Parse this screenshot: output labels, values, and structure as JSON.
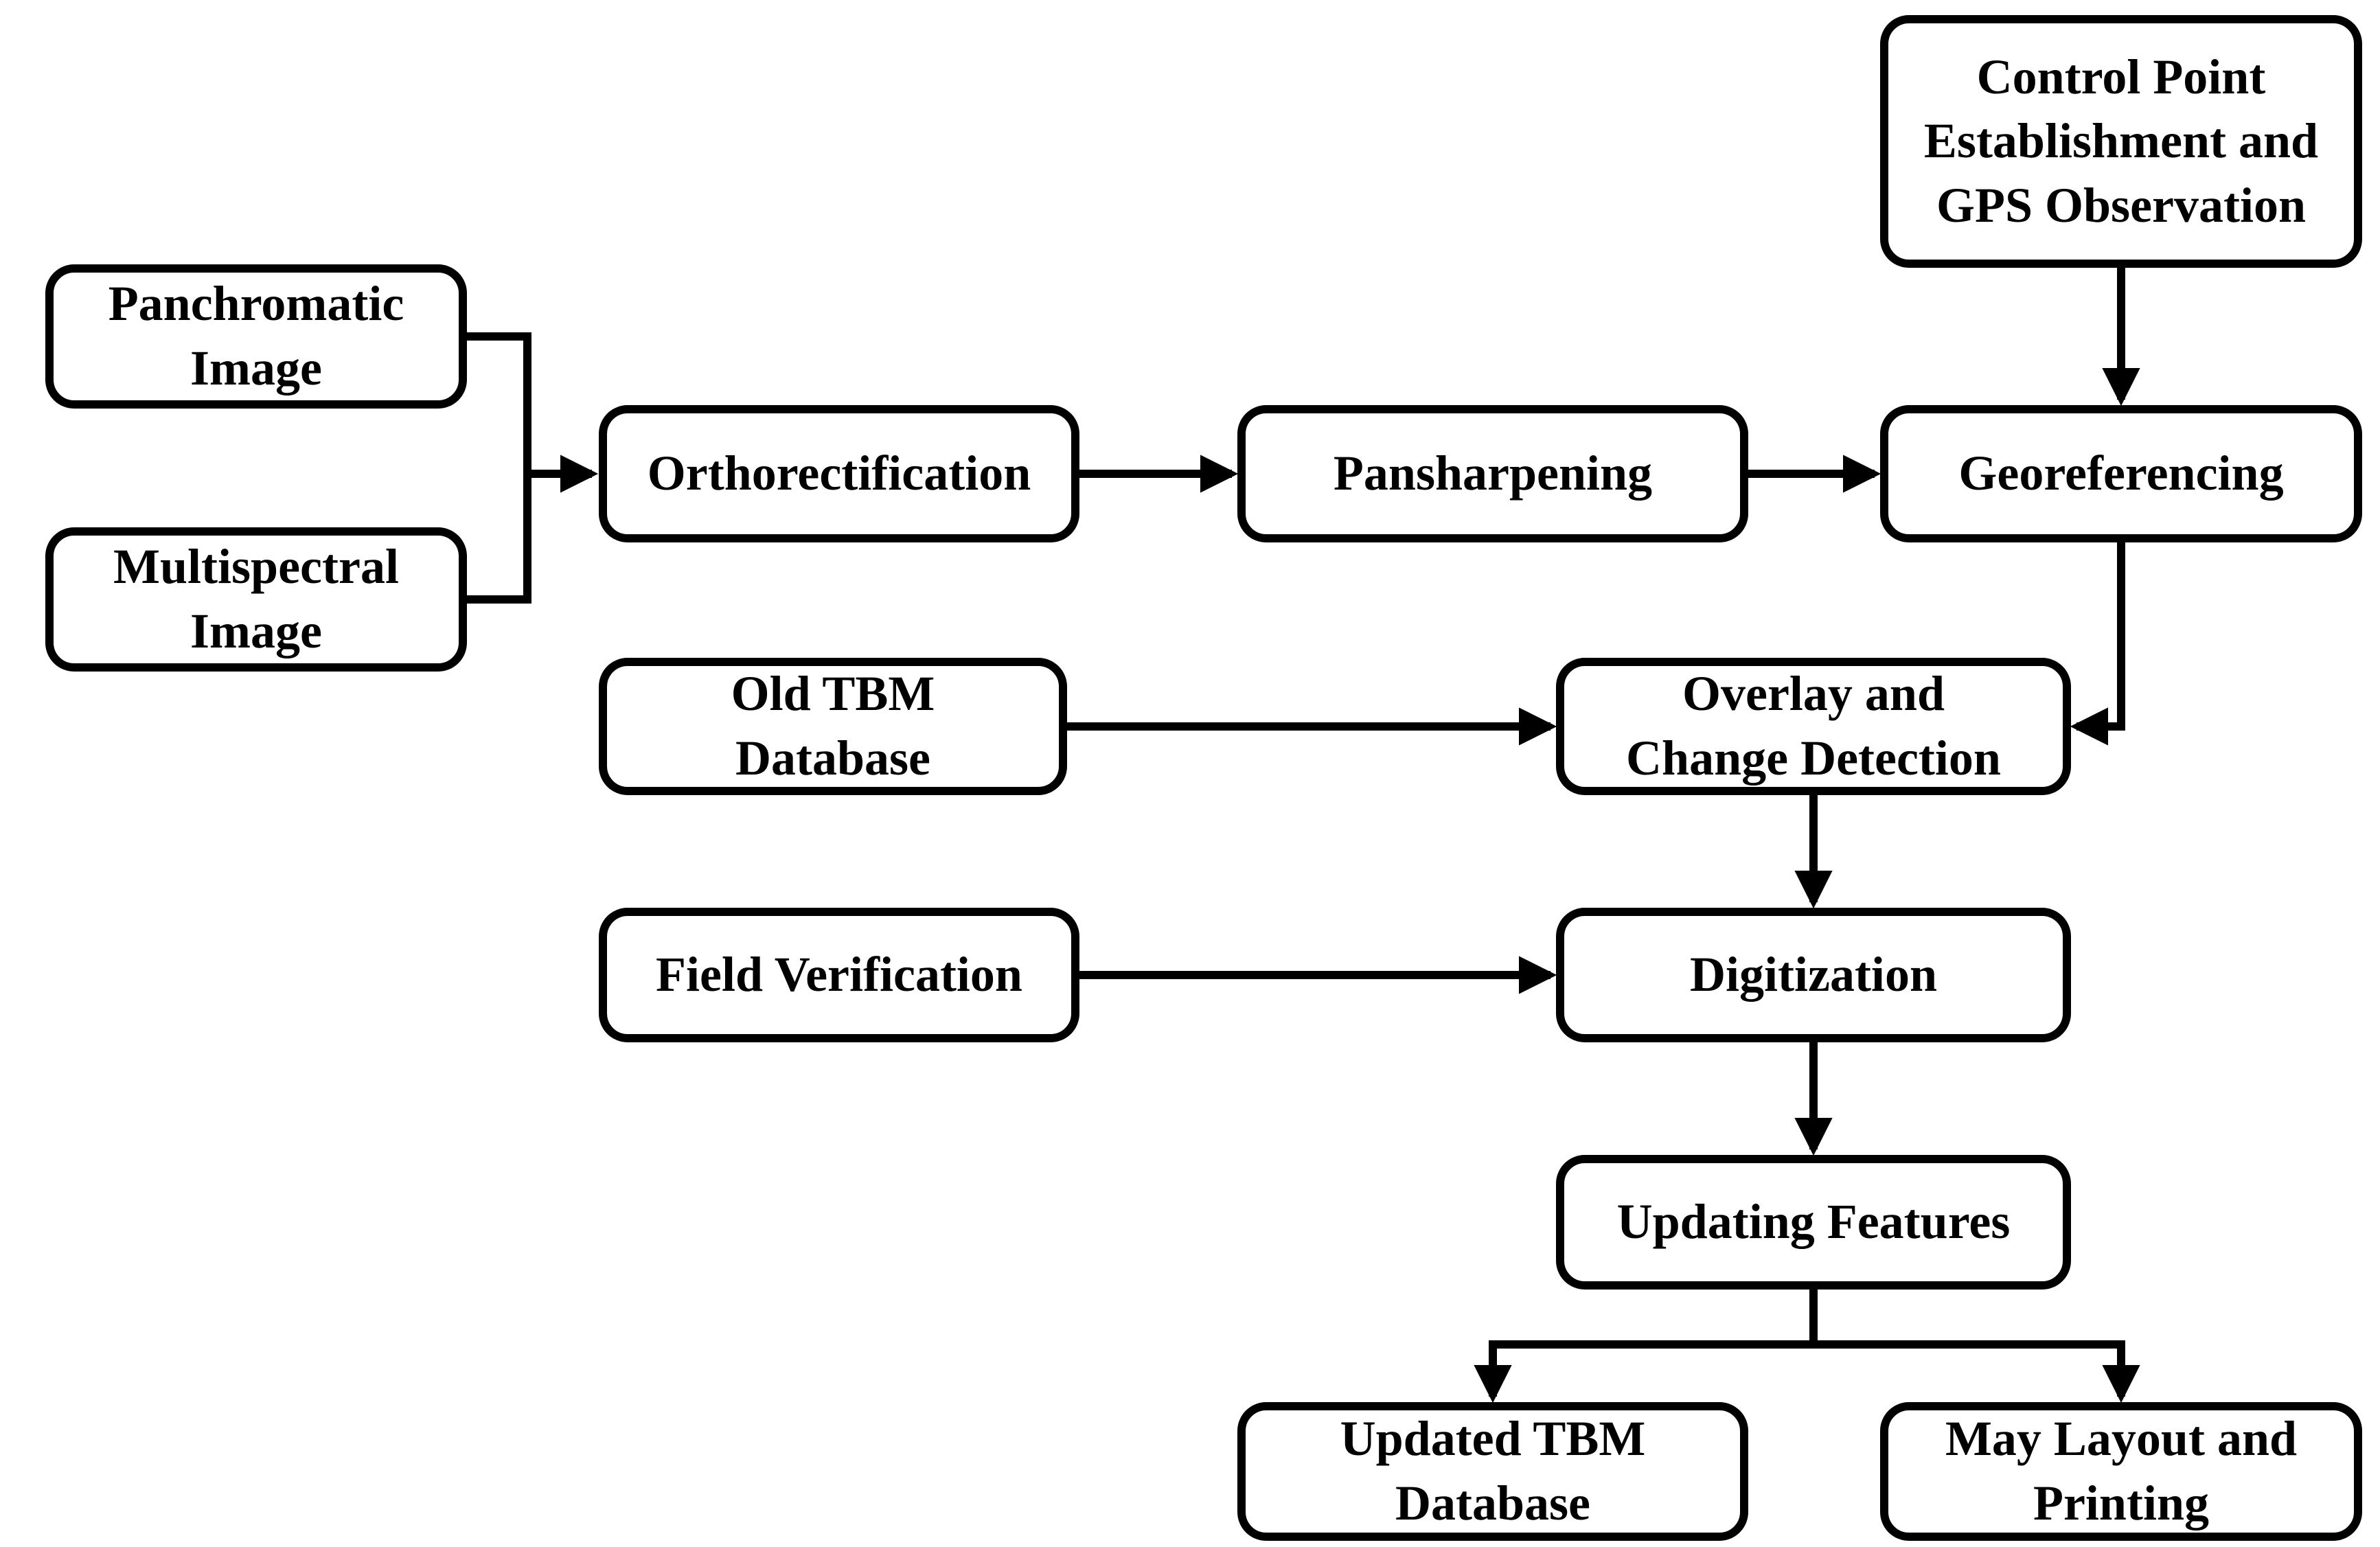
{
  "diagram": {
    "type": "flowchart",
    "background_color": "#ffffff",
    "stroke_color": "#000000",
    "nodes": [
      {
        "id": "panchromatic",
        "label": "Panchromatic\nImage"
      },
      {
        "id": "multispectral",
        "label": "Multispectral\nImage"
      },
      {
        "id": "orthorectification",
        "label": "Orthorectification"
      },
      {
        "id": "pansharpening",
        "label": "Pansharpening"
      },
      {
        "id": "georeferencing",
        "label": "Georeferencing"
      },
      {
        "id": "control-point",
        "label": "Control Point\nEstablishment and\nGPS Observation"
      },
      {
        "id": "old-tbm",
        "label": "Old TBM\nDatabase"
      },
      {
        "id": "overlay",
        "label": "Overlay and\nChange Detection"
      },
      {
        "id": "field-verification",
        "label": "Field Verification"
      },
      {
        "id": "digitization",
        "label": "Digitization"
      },
      {
        "id": "updating-features",
        "label": "Updating Features"
      },
      {
        "id": "updated-tbm",
        "label": "Updated TBM\nDatabase"
      },
      {
        "id": "may-layout",
        "label": "May Layout and\nPrinting"
      }
    ],
    "edges": [
      {
        "from": "panchromatic",
        "to": "orthorectification"
      },
      {
        "from": "multispectral",
        "to": "orthorectification"
      },
      {
        "from": "orthorectification",
        "to": "pansharpening"
      },
      {
        "from": "pansharpening",
        "to": "georeferencing"
      },
      {
        "from": "control-point",
        "to": "georeferencing"
      },
      {
        "from": "georeferencing",
        "to": "overlay"
      },
      {
        "from": "old-tbm",
        "to": "overlay"
      },
      {
        "from": "overlay",
        "to": "digitization"
      },
      {
        "from": "field-verification",
        "to": "digitization"
      },
      {
        "from": "digitization",
        "to": "updating-features"
      },
      {
        "from": "updating-features",
        "to": "updated-tbm"
      },
      {
        "from": "updating-features",
        "to": "may-layout"
      }
    ]
  }
}
